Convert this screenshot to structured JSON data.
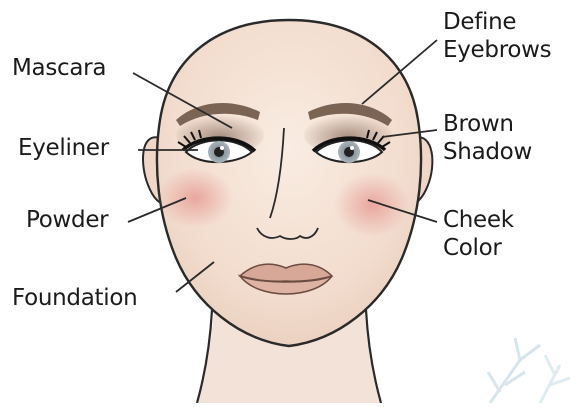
{
  "labels": {
    "mascara": "Mascara",
    "eyeliner": "Eyeliner",
    "powder": "Powder",
    "foundation": "Foundation",
    "define_eyebrows": [
      "Define",
      "Eyebrows"
    ],
    "brown_shadow": [
      "Brown",
      "Shadow"
    ],
    "cheek_color": [
      "Cheek",
      "Color"
    ]
  },
  "colors": {
    "skin": "#f4e1d5",
    "skin_shade": "#ead0c0",
    "outline": "#2a2a2a",
    "brow": "#7b6454",
    "shadow": "#8a6f60",
    "blush": "#e9a7a0",
    "lip": "#d7a797",
    "iris": "#8d9aa1",
    "frost": "#cfe3ea"
  }
}
